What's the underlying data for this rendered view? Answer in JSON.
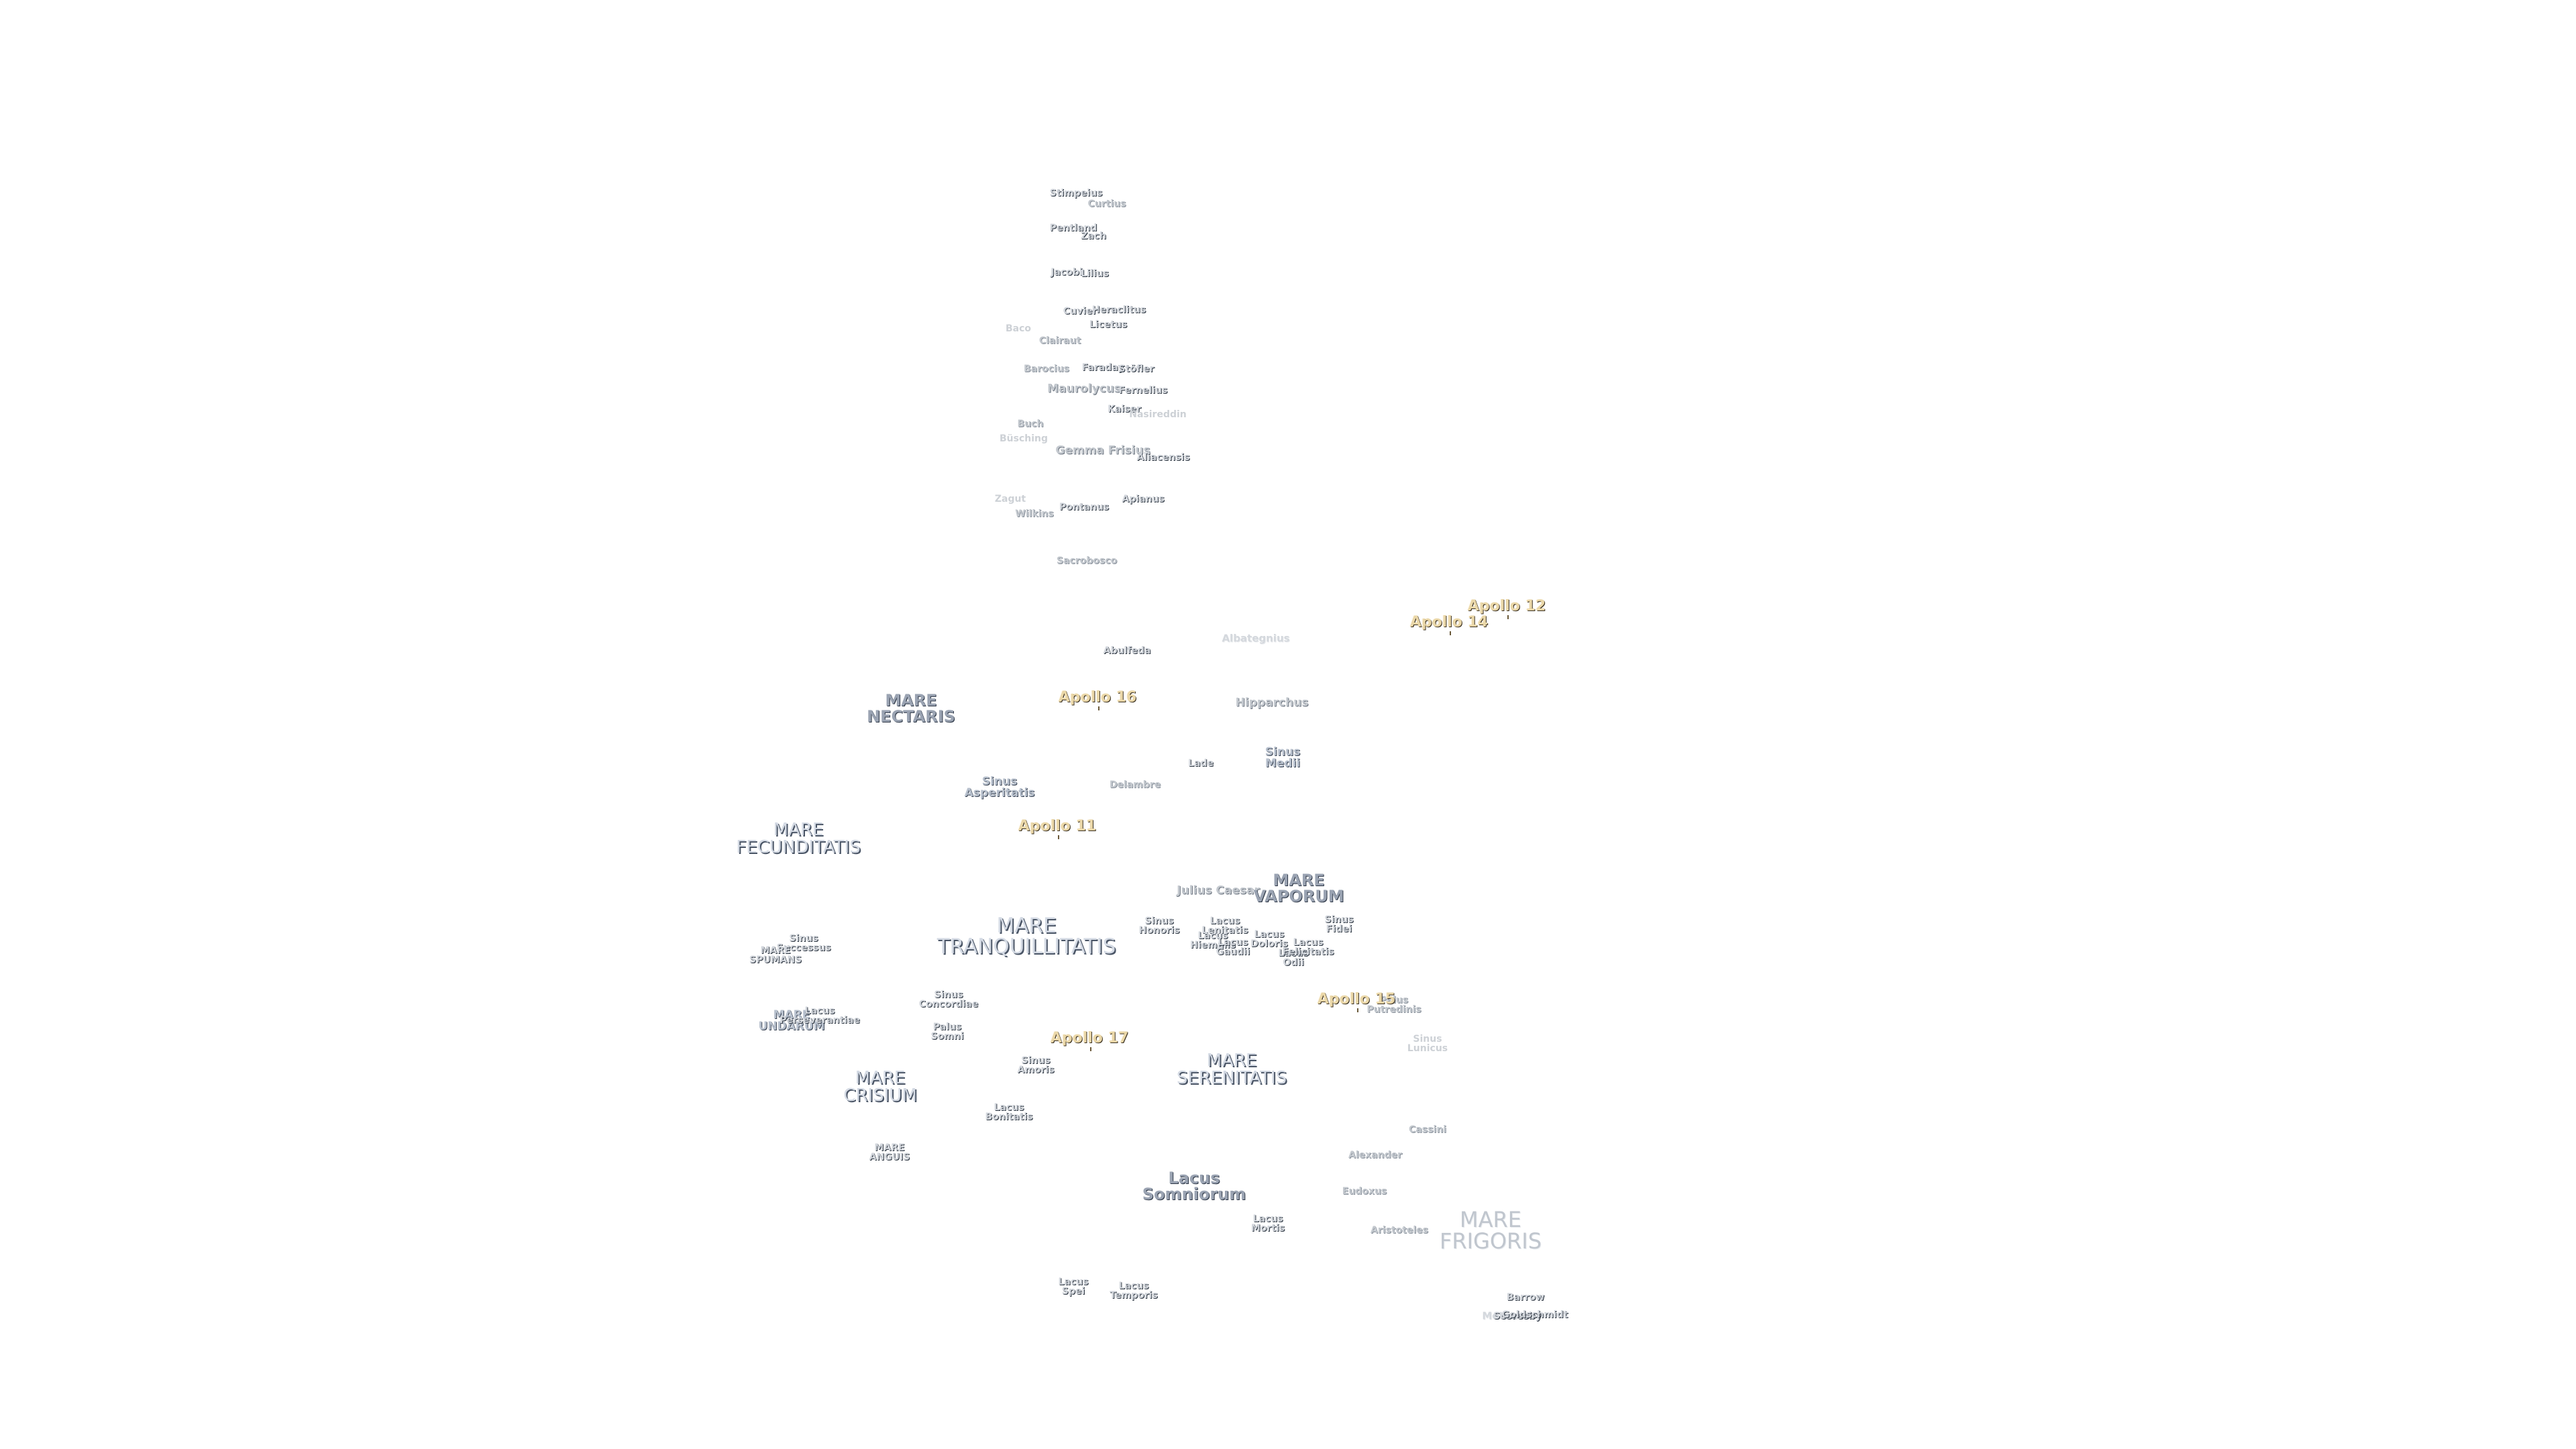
{
  "labels": [
    {
      "text": "Stimpeius",
      "cls": "small"
    },
    {
      "text": "Curtius",
      "cls": "small-lt"
    },
    {
      "text": "Pentland",
      "cls": "small"
    },
    {
      "text": "Zach",
      "cls": "small"
    },
    {
      "text": "Jacobi",
      "cls": "small"
    },
    {
      "text": "Lilius",
      "cls": "small"
    },
    {
      "text": "Heraclitus",
      "cls": "small"
    },
    {
      "text": "Cuvier",
      "cls": "small"
    },
    {
      "text": "Licetus",
      "cls": "small"
    },
    {
      "text": "Baco",
      "cls": "faint-sm"
    },
    {
      "text": "Clairaut",
      "cls": "small-lt"
    },
    {
      "text": "Barocius",
      "cls": "small-lt"
    },
    {
      "text": "Faraday",
      "cls": "small"
    },
    {
      "text": "Stöfler",
      "cls": "small"
    },
    {
      "text": "Maurolycus",
      "cls": "medium"
    },
    {
      "text": "Fernelius",
      "cls": "small"
    },
    {
      "text": "Kaiser",
      "cls": "small"
    },
    {
      "text": "Nasireddin",
      "cls": "faint-sm"
    },
    {
      "text": "Buch",
      "cls": "small-lt"
    },
    {
      "text": "Büsching",
      "cls": "faint-sm"
    },
    {
      "text": "Gemma Frisius",
      "cls": "medium"
    },
    {
      "text": "Aliacensis",
      "cls": "small"
    },
    {
      "text": "Zagut",
      "cls": "faint-sm"
    },
    {
      "text": "Wilkins",
      "cls": "small-lt"
    },
    {
      "text": "Pontanus",
      "cls": "small"
    },
    {
      "text": "Apianus",
      "cls": "small"
    },
    {
      "text": "Sacrobosco",
      "cls": "small-lt"
    },
    {
      "text": "Abulfeda",
      "cls": "small"
    },
    {
      "text": "Albategnius",
      "cls": "faint"
    },
    {
      "text": "Hipparchus",
      "cls": "medium"
    },
    {
      "text": "MARE\nNECTARIS",
      "cls": "mare"
    },
    {
      "text": "Sinus\nMedii",
      "cls": "mare-sm"
    },
    {
      "text": "Lade",
      "cls": "small"
    },
    {
      "text": "Sinus\nAsperitatis",
      "cls": "mare-sm"
    },
    {
      "text": "Delambre",
      "cls": "small-lt"
    },
    {
      "text": "MARE\nFECUNDITATIS",
      "cls": "mare-med"
    },
    {
      "text": "Julius Caesar",
      "cls": "medium"
    },
    {
      "text": "MARE\nVAPORUM",
      "cls": "mare"
    },
    {
      "text": "MARE\nTRANQUILLITATIS",
      "cls": "mare-big"
    },
    {
      "text": "Sinus\nHonoris",
      "cls": "small"
    },
    {
      "text": "Lacus\nLenitatis",
      "cls": "small"
    },
    {
      "text": "Lacus\nHiemalis",
      "cls": "small"
    },
    {
      "text": "Lacus\nGaudii",
      "cls": "small"
    },
    {
      "text": "Lacus\nDoloris",
      "cls": "small"
    },
    {
      "text": "Lacus\nOdii",
      "cls": "small"
    },
    {
      "text": "Lacus\nFelicitatis",
      "cls": "small"
    },
    {
      "text": "Sinus\nFidei",
      "cls": "small"
    },
    {
      "text": "Sinus\nSuccessus",
      "cls": "small"
    },
    {
      "text": "MARE\nSPUMANS",
      "cls": "small"
    },
    {
      "text": "Sinus\nConcordiae",
      "cls": "small"
    },
    {
      "text": "Palus\nPutredinis",
      "cls": "small-lt"
    },
    {
      "text": "Sinus\nLunicus",
      "cls": "faint-sm"
    },
    {
      "text": "MARE\nUNDARUM",
      "cls": "mare-sm"
    },
    {
      "text": "Lacus\nPerseverantiae",
      "cls": "small"
    },
    {
      "text": "Palus\nSomni",
      "cls": "small"
    },
    {
      "text": "Sinus\nAmoris",
      "cls": "small"
    },
    {
      "text": "MARE\nSERENITATIS",
      "cls": "mare-med"
    },
    {
      "text": "MARE\nCRISIUM",
      "cls": "mare-med"
    },
    {
      "text": "Lacus\nBonitatis",
      "cls": "small"
    },
    {
      "text": "Cassini",
      "cls": "small-lt"
    },
    {
      "text": "Alexander",
      "cls": "small-lt"
    },
    {
      "text": "MARE\nANGUIS",
      "cls": "small"
    },
    {
      "text": "Lacus\nSomniorum",
      "cls": "mare"
    },
    {
      "text": "Eudoxus",
      "cls": "small-lt"
    },
    {
      "text": "Lacus\nMortis",
      "cls": "small"
    },
    {
      "text": "Aristoteles",
      "cls": "small-lt"
    },
    {
      "text": "MARE\nFRIGORIS",
      "cls": "frigoris"
    },
    {
      "text": "Lacus\nSpei",
      "cls": "small"
    },
    {
      "text": "Lacus\nTemporis",
      "cls": "small"
    },
    {
      "text": "Barrow",
      "cls": "small"
    },
    {
      "text": "Meton",
      "cls": "faint"
    },
    {
      "text": "Scoresby",
      "cls": "small"
    },
    {
      "text": "Goldschmidt",
      "cls": "small"
    }
  ],
  "apollo": [
    {
      "text": "Apollo 12"
    },
    {
      "text": "Apollo 14"
    },
    {
      "text": "Apollo 16"
    },
    {
      "text": "Apollo 11"
    },
    {
      "text": "Apollo 15"
    },
    {
      "text": "Apollo 17"
    }
  ]
}
